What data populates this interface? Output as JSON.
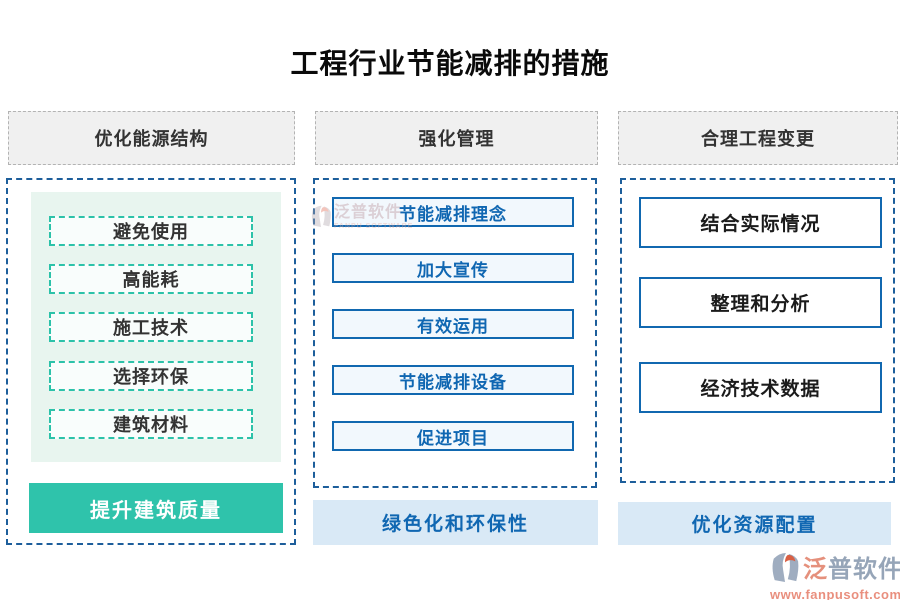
{
  "title": "工程行业节能减排的措施",
  "columns": [
    {
      "header": "优化能源结构",
      "items": [
        "避免使用",
        "高能耗",
        "施工技术",
        "选择环保",
        "建筑材料"
      ],
      "footer": "提升建筑质量"
    },
    {
      "header": "强化管理",
      "items": [
        "节能减排理念",
        "加大宣传",
        "有效运用",
        "节能减排设备",
        "促进项目"
      ],
      "footer": "绿色化和环保性"
    },
    {
      "header": "合理工程变更",
      "items": [
        "结合实际情况",
        "整理和分析",
        "经济技术数据"
      ],
      "footer": "优化资源配置"
    }
  ],
  "watermark": {
    "brand_cn": "泛普软件",
    "brand_en": "FANPU SOFTWARE"
  },
  "logo": {
    "brand_first_char": "泛",
    "brand_rest": "普软件",
    "website": "www.fanpusoft.com"
  },
  "icons": {
    "watermark_icon": "fanpu-fan-icon",
    "logo_icon": "fanpu-fan-icon"
  },
  "colors": {
    "accent_blue": "#1168b0",
    "container_dash_blue": "#1d5e9b",
    "teal": "#2fc3ab",
    "teal_dash": "#2cc2a9",
    "green_panel_bg": "#e8f5ef",
    "light_blue_footer_bg": "#d9e9f6",
    "header_bg": "#f0f0f0",
    "header_border": "#b3b3b3",
    "logo_gray": "#96a5b8",
    "logo_salmon": "#e5907c"
  }
}
